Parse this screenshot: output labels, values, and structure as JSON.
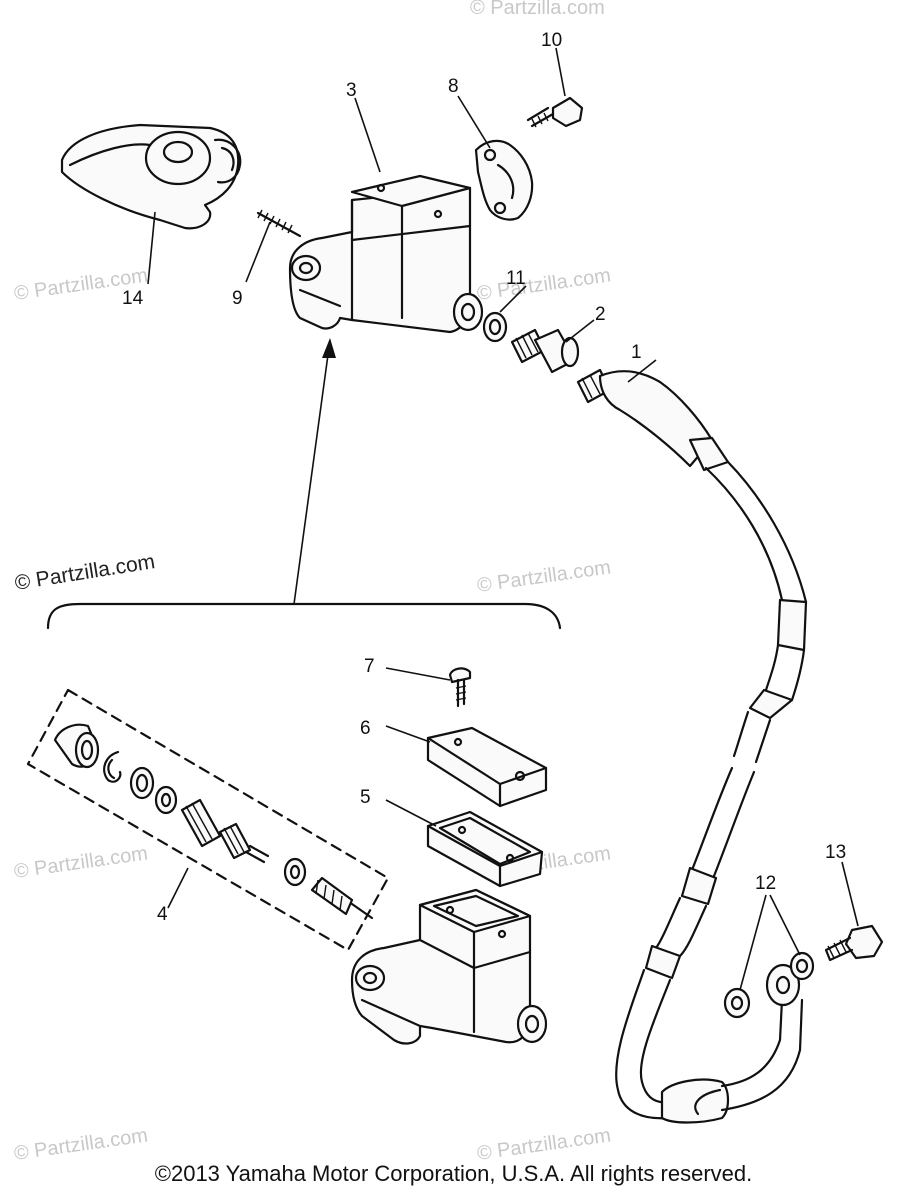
{
  "watermarks": {
    "light": "© Partzilla.com",
    "dark": "© Partzilla.com"
  },
  "labels": {
    "p1": "1",
    "p2": "2",
    "p3": "3",
    "p4": "4",
    "p5": "5",
    "p6": "6",
    "p7": "7",
    "p8": "8",
    "p9": "9",
    "p10": "10",
    "p11": "11",
    "p12": "12",
    "p13": "13",
    "p14": "14"
  },
  "copyright": "©2013  Yamaha Motor Corporation, U.S.A. All rights reserved.",
  "colors": {
    "line": "#111111",
    "watermark": "#c8c8c8",
    "background": "#ffffff"
  }
}
